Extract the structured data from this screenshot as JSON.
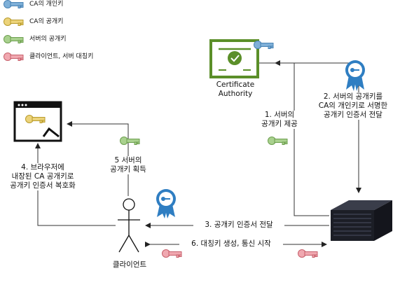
{
  "legend": [
    {
      "label": "CA의 개인키",
      "color": "#7fb0d8",
      "stroke": "#4a83b5"
    },
    {
      "label": "CA의 공개키",
      "color": "#ecd37a",
      "stroke": "#b89b2c"
    },
    {
      "label": "서버의 공개키",
      "color": "#a9d18e",
      "stroke": "#6d9f4f"
    },
    {
      "label": "클라이언트, 서버 대칭키",
      "color": "#f0a8b0",
      "stroke": "#c7606c"
    }
  ],
  "ca": {
    "label": "Certificate\nAuthority"
  },
  "client": {
    "label": "클라이언트"
  },
  "steps": [
    {
      "label": "1. 서버의\n공개키 제공"
    },
    {
      "label": "2. 서버의 공개키를\nCA의 개인키로 서명한\n공개키 인증서 전달"
    },
    {
      "label": "3. 공개키 인증서 전달"
    },
    {
      "label": "4. 브라우저에\n내장된 CA 공개키로\n공개키 인증서 복호화"
    },
    {
      "label": "5  서버의\n공개키 획득"
    },
    {
      "label": "6. 대칭키 생성, 통신 시작"
    }
  ],
  "colors": {
    "ca_green": "#5b8f29",
    "badge_blue": "#2f7ec2",
    "server_dark": "#1c1e26",
    "line": "#333333"
  }
}
